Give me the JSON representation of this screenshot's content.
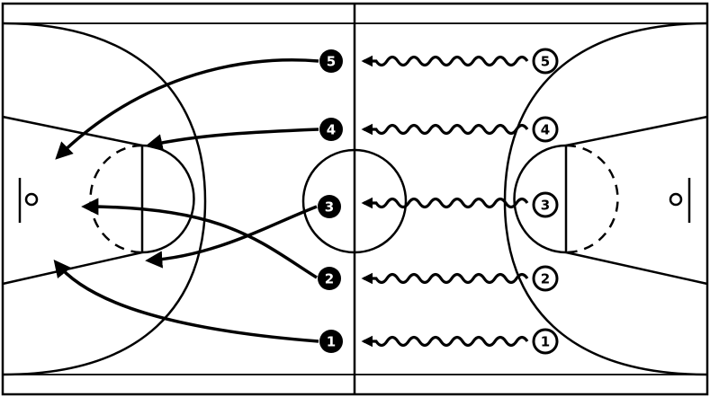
{
  "colors": {
    "background": "#ffffff",
    "line": "#000000",
    "player_fill_left": "#000000",
    "player_text_left": "#ffffff",
    "player_fill_right": "#ffffff",
    "player_text_right": "#000000"
  },
  "players_left": [
    "5",
    "4",
    "3",
    "2",
    "1"
  ],
  "players_right": [
    "5",
    "4",
    "3",
    "2",
    "1"
  ],
  "icons": {
    "hoop_left": "basket-hoop-icon",
    "hoop_right": "basket-hoop-icon",
    "arrow": "arrowhead-icon",
    "wavy": "dribble-path-icon"
  }
}
